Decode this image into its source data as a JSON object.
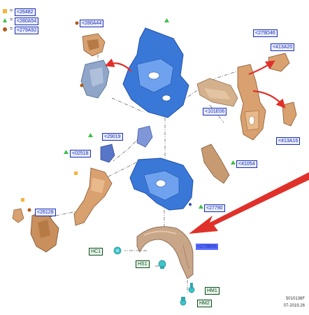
{
  "legend": [
    {
      "code": "<26482",
      "marker": "square",
      "color": "#f4b43a"
    },
    {
      "code": "<280A54",
      "marker": "triangle",
      "color": "#3dbf4a"
    },
    {
      "code": "<279A92",
      "marker": "circle",
      "color": "#b05a1a"
    }
  ],
  "labels": {
    "l_280A44": "<280A44",
    "l_279D46": "<279D46",
    "l_413A20": "<413A20",
    "l_101E06": "<101E06",
    "l_413A16": "<413A16",
    "l_29019": "<29019",
    "l_02518": "<02518",
    "l_41054": "<41054",
    "l_27790": "<27790",
    "l_26128": "<26128",
    "l_278B56": "<278B56",
    "HC1": "HC1",
    "HS1": "HS1",
    "HM1": "HM1",
    "HM2": "HM2"
  },
  "footer": {
    "ref": "5010136F",
    "date": "07-2019.26"
  },
  "colors": {
    "label_blue": "#1a2fb0",
    "label_green": "#0b4a1c",
    "part_blue": "#3a78d8",
    "part_tan": "#d9a070",
    "part_liner": "#c9a688",
    "part_teal": "#3fc3c9",
    "arrow_red": "#e0302a"
  }
}
